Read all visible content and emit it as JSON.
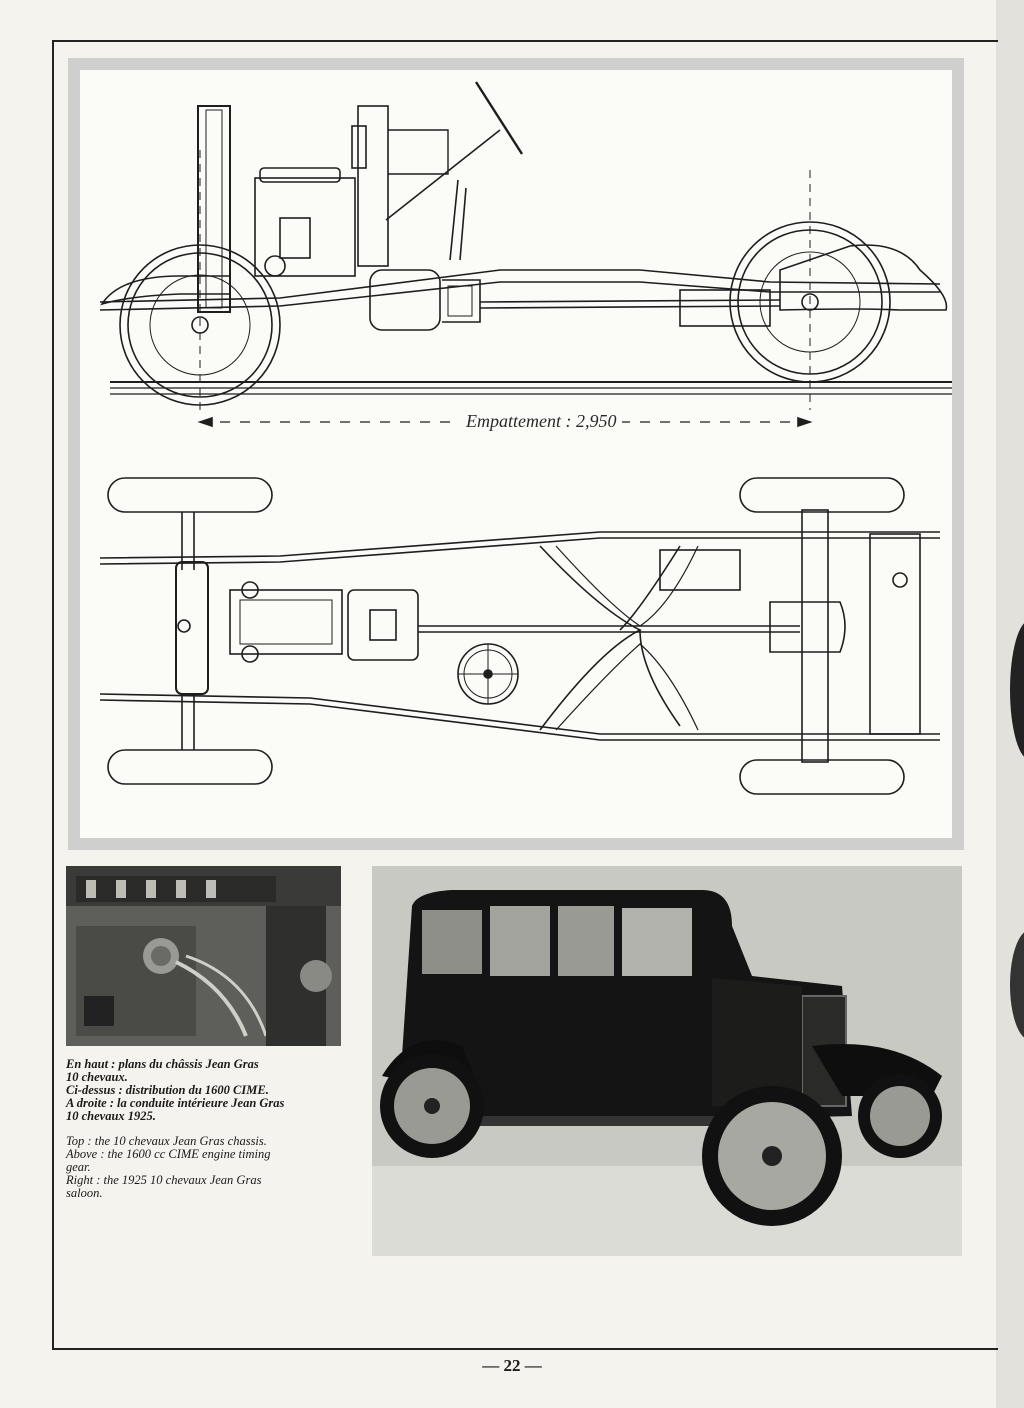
{
  "drawing": {
    "dimension_label": "Empattement : 2,950"
  },
  "caption": {
    "french": [
      "En haut : plans du châssis Jean Gras",
      "10 chevaux.",
      "Ci-dessus : distribution du 1600 CIME.",
      "A droite : la conduite intérieure Jean Gras",
      "10 chevaux 1925."
    ],
    "english": [
      "Top : the 10 chevaux Jean Gras chassis.",
      "Above : the 1600 cc CIME engine timing",
      "gear.",
      "Right : the 1925 10 chevaux Jean Gras",
      "saloon."
    ]
  },
  "page_number": "— 22 —"
}
